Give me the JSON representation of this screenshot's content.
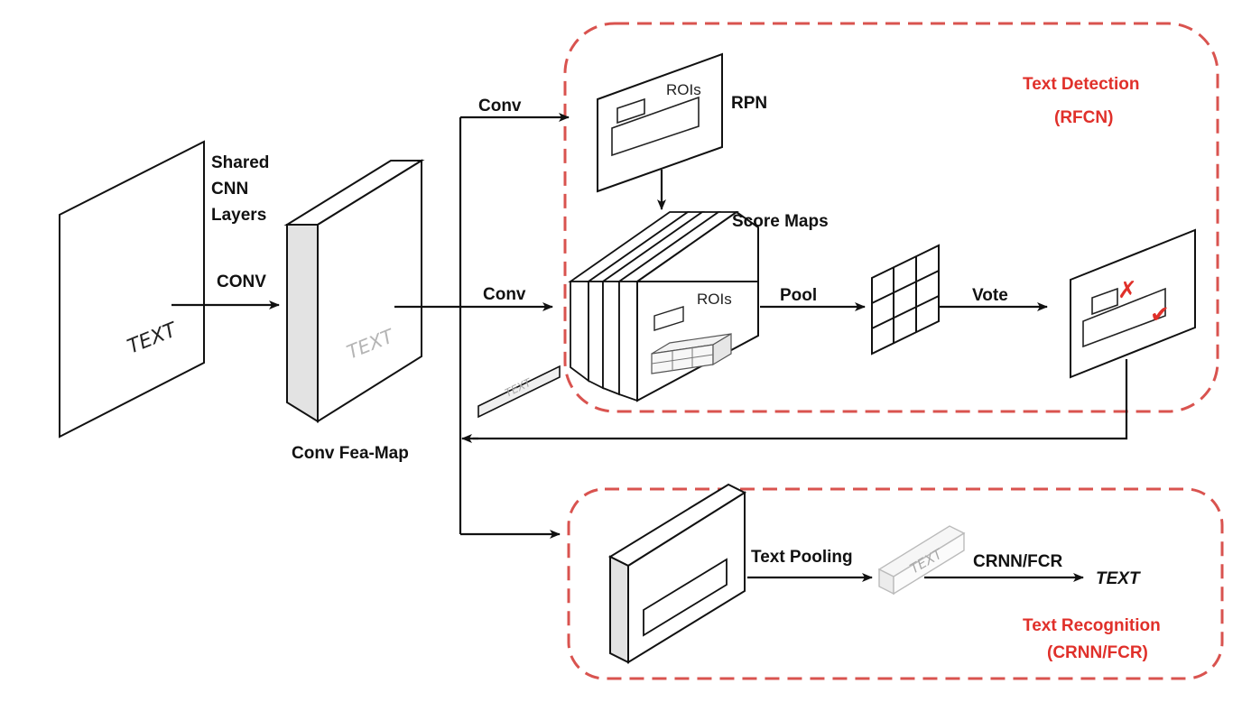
{
  "colors": {
    "accent_red": "#e0302a",
    "dashed_border": "#d9534f",
    "line": "#111111",
    "side_grey": "#e3e3e3"
  },
  "labels": {
    "shared_cnn_line1": "Shared",
    "shared_cnn_line2": "CNN",
    "shared_cnn_line3": "Layers",
    "conv_main": "CONV",
    "conv_fea_map": "Conv Fea-Map",
    "conv_rpn": "Conv",
    "conv_score": "Conv",
    "rpn": "RPN",
    "rois_rpn": "ROIs",
    "score_maps": "Score Maps",
    "rois_score": "ROIs",
    "pool": "Pool",
    "vote": "Vote",
    "text_detection": "Text Detection",
    "text_detection_sub": "(RFCN)",
    "text_pooling": "Text Pooling",
    "crnn_fcr": "CRNN/FCR",
    "text_output": "TEXT",
    "text_recognition": "Text Recognition",
    "text_recognition_sub": "(CRNN/FCR)"
  },
  "image_text": {
    "input_page": "TEXT",
    "feature_map": "TEXT",
    "cropped_region": "TEXT",
    "pooled_feature": "TEXT"
  },
  "vote_marks": {
    "reject": "✗",
    "accept": "✔"
  }
}
